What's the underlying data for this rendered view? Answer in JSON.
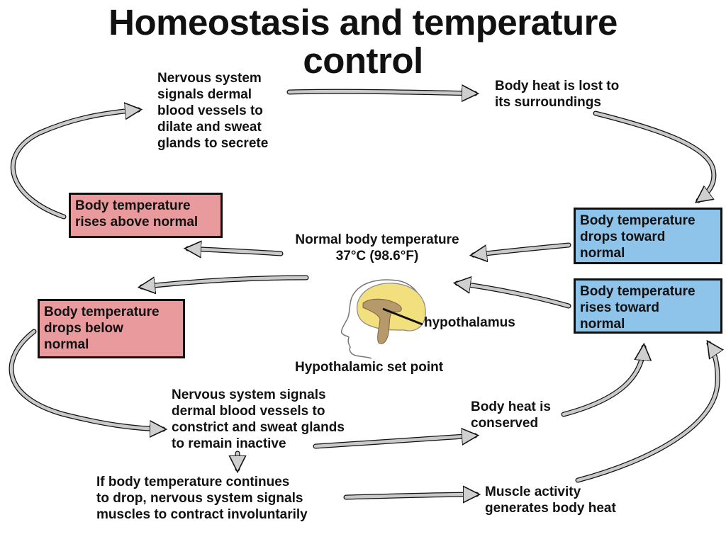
{
  "title": {
    "line1": "Homeostasis and temperature",
    "line2": "control"
  },
  "center": {
    "normal_temp_line1": "Normal body temperature",
    "normal_temp_line2": "37°C (98.6°F)",
    "hypothalamus_label": "hypothalamus",
    "set_point_label": "Hypothalamic set point"
  },
  "boxes": {
    "rises_above": [
      "Body temperature",
      "rises above normal"
    ],
    "drops_below": [
      "Body temperature",
      "drops below",
      "normal"
    ],
    "drops_toward": [
      "Body temperature",
      "drops toward",
      "normal"
    ],
    "rises_toward": [
      "Body temperature",
      "rises toward",
      "normal"
    ]
  },
  "texts": {
    "dilate": [
      "Nervous system",
      "signals dermal",
      "blood vessels to",
      "dilate and sweat",
      "glands to secrete"
    ],
    "heat_lost": [
      "Body heat is lost to",
      "its surroundings"
    ],
    "constrict": [
      "Nervous system signals",
      "dermal blood vessels to",
      "constrict and sweat glands",
      "to remain inactive"
    ],
    "heat_conserved": [
      "Body heat is",
      "conserved"
    ],
    "shiver": [
      "If body temperature continues",
      "to drop, nervous system signals",
      "muscles to contract involuntarily"
    ],
    "muscle_heat": [
      "Muscle activity",
      "generates body heat"
    ]
  },
  "colors": {
    "warm_box": "#e89a9d",
    "cool_box": "#8ec3ea",
    "arrow_fill": "#c9c9c9",
    "brain": "#f2df7d",
    "hypothalamus": "#b69a6b"
  }
}
